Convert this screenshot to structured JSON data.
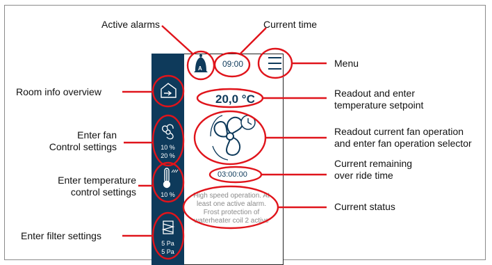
{
  "callouts": {
    "active_alarms": "Active alarms",
    "current_time": "Current time",
    "menu": "Menu",
    "room_info": "Room info overview",
    "fan_control_1": "Enter fan",
    "fan_control_2": "Control settings",
    "temp_control_1": "Enter temperature",
    "temp_control_2": "control settings",
    "filter_settings": "Enter filter settings",
    "setpoint_1": "Readout and enter",
    "setpoint_2": "temperature setpoint",
    "fan_operation_1": "Readout current fan operation",
    "fan_operation_2": "and enter fan operation selector",
    "override_1": "Current remaining",
    "override_2": "over ride time",
    "status": "Current status"
  },
  "device": {
    "alarm_letter": "A",
    "time": "09:00",
    "setpoint": "20,0 °C",
    "override_time": "03:00:00",
    "fan_values": [
      "10 %",
      "20 %"
    ],
    "temp_value": "10 %",
    "filter_values": [
      "5 Pa",
      "5 Pa"
    ],
    "status_lines": [
      "High speed operation. At",
      "least one active alarm.",
      "Frost protection of",
      "waterheater coil 2 active"
    ]
  },
  "icons": {
    "alarm": "bell-icon",
    "menu": "hamburger-menu-icon",
    "room": "home-icon",
    "fan": "fan-icon",
    "fan_large": "fan-with-clock-icon",
    "thermometer": "thermometer-icon",
    "filter": "filter-icon"
  },
  "colors": {
    "sidebar": "#0e3a5b",
    "callout": "#e0141b",
    "status_text": "#8a8a8a"
  }
}
